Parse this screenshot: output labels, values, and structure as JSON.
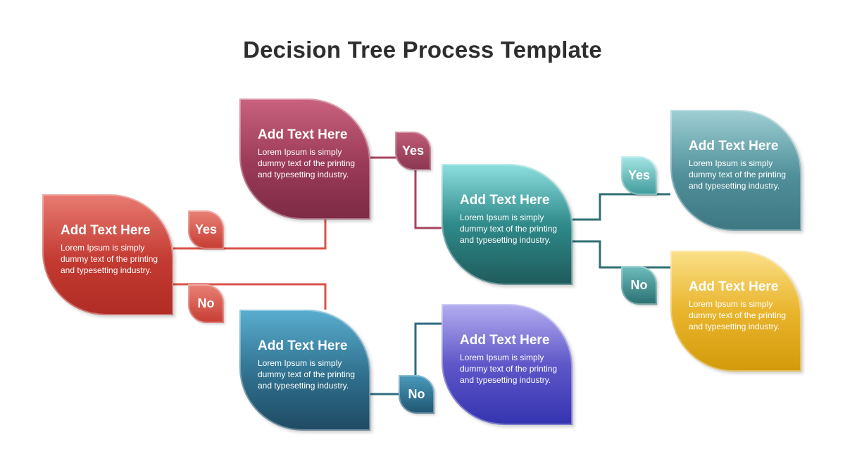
{
  "title": "Decision Tree Process Template",
  "nodes": [
    {
      "title": "Add Text Here",
      "body": "Lorem Ipsum is simply dummy text of the printing and typesetting industry.",
      "color": "#c33a31"
    },
    {
      "title": "Add Text Here",
      "body": "Lorem Ipsum is simply dummy text of the printing and typesetting industry.",
      "color": "#9a3a58"
    },
    {
      "title": "Add Text Here",
      "body": "Lorem Ipsum is simply dummy text of the printing and typesetting industry.",
      "color": "#2f6f8c"
    },
    {
      "title": "Add Text Here",
      "body": "Lorem Ipsum is simply dummy text of the printing and typesetting industry.",
      "color": "#2f8a8a"
    },
    {
      "title": "Add Text Here",
      "body": "Lorem Ipsum is simply dummy text of the printing and typesetting industry.",
      "color": "#5f57c8"
    },
    {
      "title": "Add Text Here",
      "body": "Lorem Ipsum is simply dummy text of the printing and typesetting industry.",
      "color": "#4f8f99"
    },
    {
      "title": "Add Text Here",
      "body": "Lorem Ipsum is simply dummy text of the printing and typesetting industry.",
      "color": "#e9b52d"
    }
  ],
  "badges": [
    "Yes",
    "No",
    "Yes",
    "No",
    "Yes",
    "No"
  ],
  "colors": {
    "connector_red": "#d9534a",
    "connector_maroon": "#a7435e",
    "connector_teal": "#2f6f73",
    "connector_blue": "#2e6b80"
  }
}
